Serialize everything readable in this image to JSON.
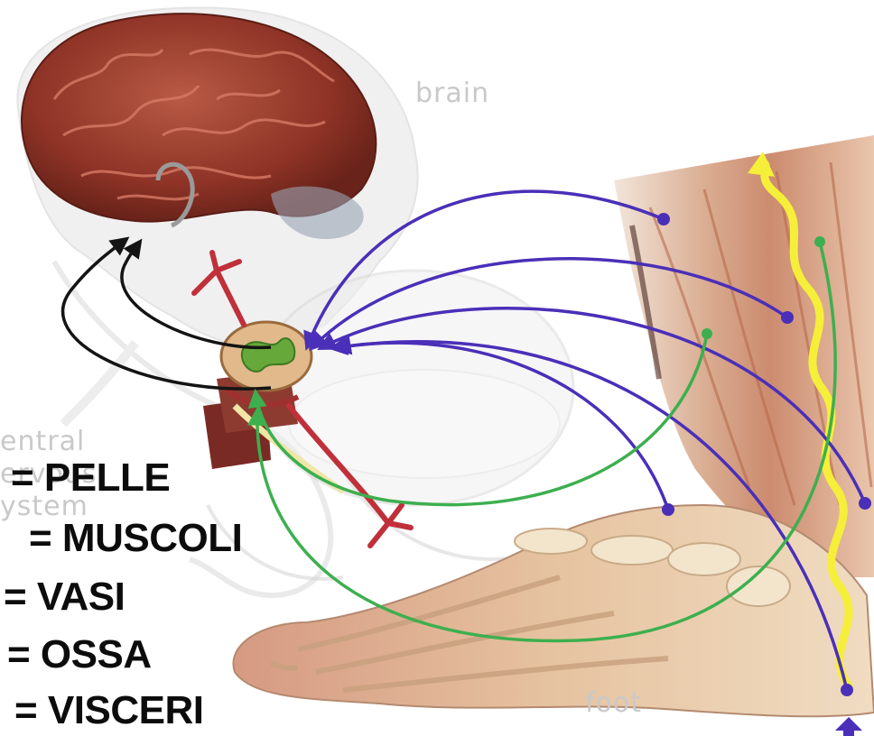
{
  "labels": {
    "brain": "brain",
    "foot": "foot",
    "cns_line1": "entral",
    "cns_line2": "ervous",
    "cns_line3": "ystem"
  },
  "legend": [
    {
      "text": "= PELLE"
    },
    {
      "text": "= MUSCOLI"
    },
    {
      "text": "= VASI"
    },
    {
      "text": "= OSSA"
    },
    {
      "text": "= VISCERI"
    }
  ],
  "colors": {
    "afferent_blue": "#4a2fb8",
    "afferent_green": "#3daf4f",
    "ascending_yellow": "#f5ef3a",
    "central_black": "#141414"
  }
}
